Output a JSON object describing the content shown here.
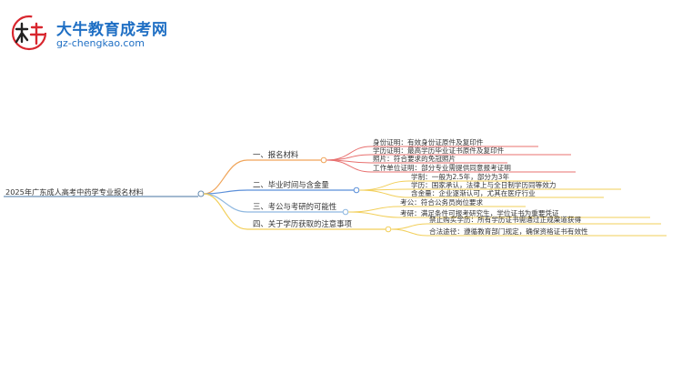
{
  "logo": {
    "title": "大牛教育成考网",
    "url": "gz-chengkao.com"
  },
  "colors": {
    "root": "#6a8fb3",
    "branch1": "#f0a55a",
    "branch2": "#5b8fd9",
    "branch3": "#8fb8e0",
    "branch4": "#f2cf5a",
    "leaf_line_1": "#e8706f",
    "leaf_line_2": "#f2cf5a"
  },
  "mindmap": {
    "root": "2025年广东成人高考中药学专业报名材料",
    "branches": [
      {
        "label": "一、报名材料",
        "leaves": [
          "身份证明：有效身份证原件及复印件",
          "学历证明：最高学历毕业证书原件及复印件",
          "照片：符合要求的免冠照片",
          "工作单位证明：部分专业需提供同意报考证明"
        ]
      },
      {
        "label": "二、毕业时间与含金量",
        "leaves": [
          "学制：一般为2.5年，部分为3年",
          "学历：国家承认，法律上与全日制学历同等效力",
          "含金量：企业逐渐认可，尤其在医疗行业"
        ]
      },
      {
        "label": "三、考公与考研的可能性",
        "leaves": [
          "考公：符合公务员岗位要求",
          "考研：满足条件可报考研究生，学位证书为重要凭证"
        ]
      },
      {
        "label": "四、关于学历获取的注意事项",
        "leaves": [
          "禁止购买学历：所有学历证书需通过正规渠道获得",
          "合法途径：遵循教育部门规定，确保资格证书有效性"
        ]
      }
    ]
  }
}
